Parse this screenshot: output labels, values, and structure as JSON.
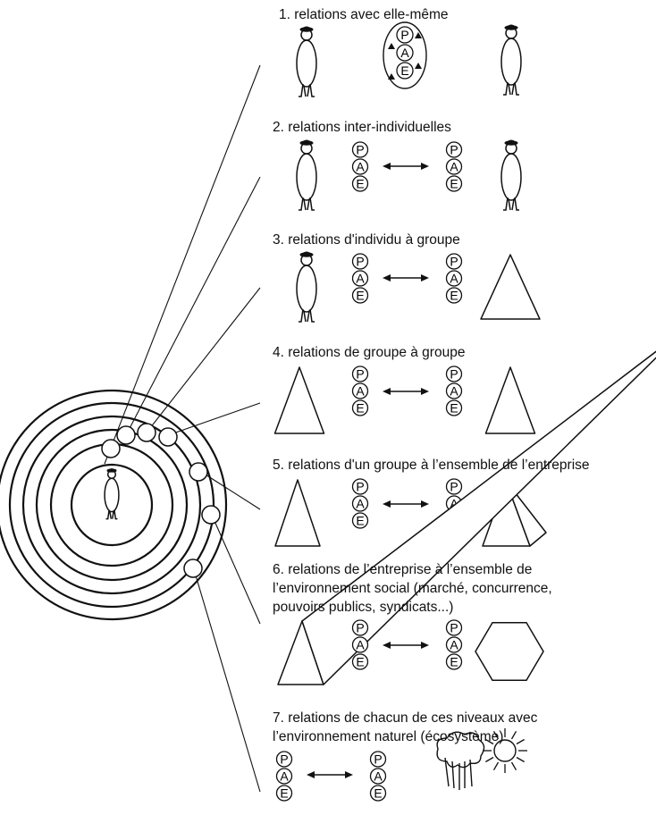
{
  "sections": [
    {
      "label": "1. relations avec elle-même"
    },
    {
      "label": "2. relations inter-individuelles"
    },
    {
      "label": "3. relations d'individu à groupe"
    },
    {
      "label": "4. relations de groupe à groupe"
    },
    {
      "label": "5. relations d'un groupe à l’ensemble de l’entreprise"
    },
    {
      "label": "6. relations de l’entreprise à l’ensemble de\nl’environnement social (marché, concurrence,\npouvoirs publics, syndicats...)"
    },
    {
      "label": "7. relations de chacun de ces niveaux avec\nl’environnement naturel (écosystème)"
    }
  ],
  "pae": [
    "P",
    "A",
    "E"
  ],
  "icons": {
    "person": "person-icon",
    "group": "triangle-group-icon",
    "enterprise": "pyramid-enterprise-icon",
    "society": "hexagon-society-icon",
    "nature": "tree-and-sun-icon"
  }
}
